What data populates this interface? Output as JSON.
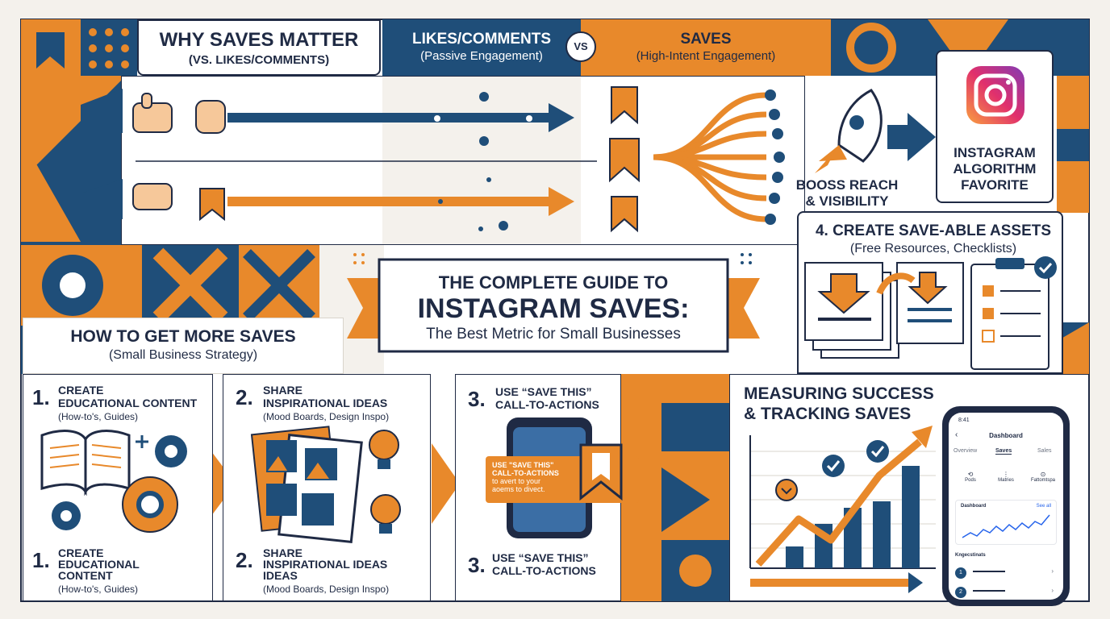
{
  "colors": {
    "navy": "#1f4e79",
    "dark": "#1f2a44",
    "orange": "#e8892b",
    "light": "#f4f1ec",
    "white": "#ffffff"
  },
  "why": {
    "title": "WHY SAVES MATTER",
    "subtitle": "(VS. LIKES/COMMENTS)"
  },
  "likes": {
    "title": "LIKES/COMMENTS",
    "subtitle": "(Passive Engagement)"
  },
  "vs": "VS",
  "saves": {
    "title": "SAVES",
    "subtitle": "(High-Intent Engagement)"
  },
  "boost": {
    "line1": "BOOSS REACH",
    "line2": "& VISIBILITY"
  },
  "algorithm": {
    "line1": "INSTAGRAM",
    "line2": "ALGORITHM",
    "line3": "FAVORITE"
  },
  "assets": {
    "title": "4. CREATE SAVE-ABLE ASSETS",
    "subtitle": "(Free Resources, Checklists)"
  },
  "guide": {
    "line1": "THE COMPLETE GUIDE TO",
    "line2": "INSTAGRAM SAVES:",
    "line3": "The Best Metric for Small Businesses"
  },
  "how": {
    "title": "HOW TO GET MORE SAVES",
    "subtitle": "(Small Business Strategy)"
  },
  "step1": {
    "num": "1.",
    "line1": "CREATE",
    "line2": "EDUCATIONAL CONTENT",
    "sub": "(How-to's, Guides)"
  },
  "step1b": {
    "num": "1.",
    "line1": "CREATE",
    "line2": "EDUCATIONAL",
    "line3": "CONTENT",
    "sub": "(How-to's, Guides)"
  },
  "step2": {
    "num": "2.",
    "line1": "SHARE",
    "line2": "INSPIRATIONAL IDEAS",
    "sub": "(Mood Boards, Design Inspo)"
  },
  "step2b": {
    "num": "2.",
    "line1": "SHARE",
    "line2": "INSPIRATIONAL IDEAS",
    "line3": "IDEAS",
    "sub": "(Mood Boards, Design Inspo)"
  },
  "step3": {
    "num": "3.",
    "line1": "USE “SAVE THIS”",
    "line2": "CALL-TO-ACTIONS"
  },
  "step3b": {
    "num": "3.",
    "line1": "USE “SAVE THIS”",
    "line2": "CALL-TO-ACTIONS"
  },
  "cta": {
    "line1": "USE \"SAVE THIS\"",
    "line2": "CALL-TO-ACTIONS",
    "line3": "to avert to your",
    "line4": "aoems to divect."
  },
  "measure": {
    "line1": "MEASURING SUCCESS",
    "line2": "& TRACKING SAVES"
  },
  "phone": {
    "time": "8:41",
    "title": "Dashboard",
    "tabs": [
      "Overview",
      "Saves",
      "Sales"
    ],
    "metrics": [
      "Pods",
      "Matries",
      "Fattomtspa"
    ],
    "card_title": "Dashboard",
    "card_link": "See all",
    "list_title": "Kngecstinats",
    "list_items": [
      "1",
      "2"
    ]
  }
}
